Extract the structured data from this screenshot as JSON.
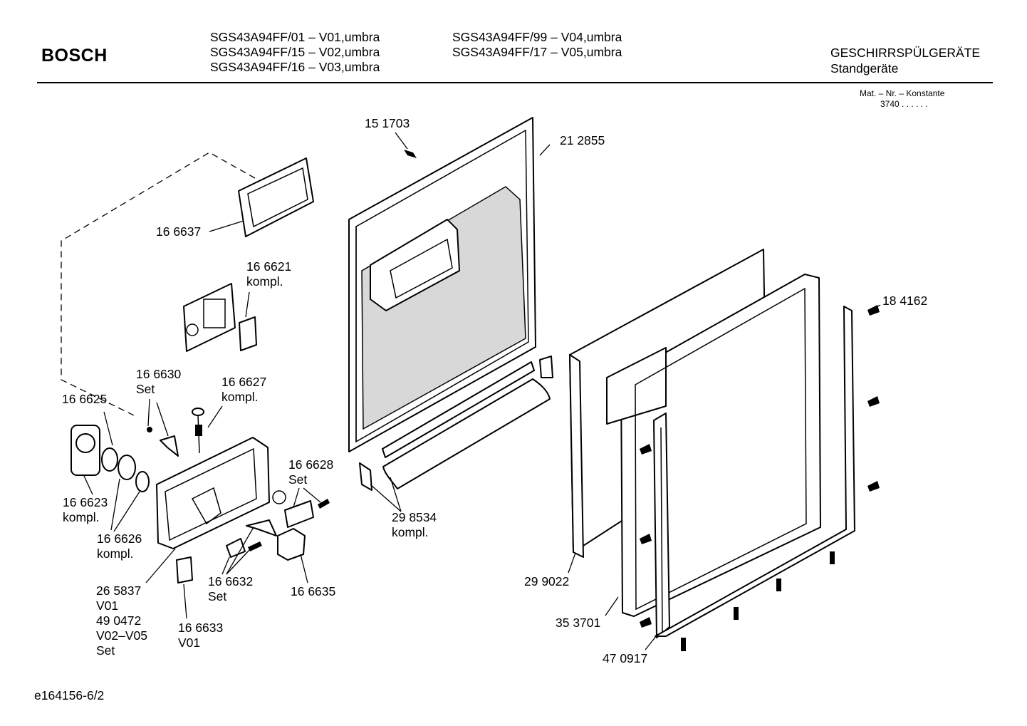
{
  "header": {
    "brand": "BOSCH",
    "models_col1": [
      "SGS43A94FF/01 – V01,umbra",
      "SGS43A94FF/15 – V02,umbra",
      "SGS43A94FF/16 – V03,umbra"
    ],
    "models_col2": [
      "SGS43A94FF/99 – V04,umbra",
      "SGS43A94FF/17 – V05,umbra"
    ],
    "category_line1": "GESCHIRRSPÜLGERÄTE",
    "category_line2": "Standgeräte",
    "mat_label": "Mat. – Nr. – Konstante",
    "mat_value": "3740  .  .   .  .  .  ."
  },
  "parts": [
    {
      "id": "p151703",
      "lines": [
        "15 1703"
      ]
    },
    {
      "id": "p212855",
      "lines": [
        "21 2855"
      ]
    },
    {
      "id": "p166637",
      "lines": [
        "16 6637"
      ]
    },
    {
      "id": "p166621",
      "lines": [
        "16 6621",
        "kompl."
      ]
    },
    {
      "id": "p184162",
      "lines": [
        "18 4162"
      ]
    },
    {
      "id": "p166630",
      "lines": [
        "16 6630",
        "Set"
      ]
    },
    {
      "id": "p166627",
      "lines": [
        "16 6627",
        "kompl."
      ]
    },
    {
      "id": "p166625",
      "lines": [
        "16 6625"
      ]
    },
    {
      "id": "p166628",
      "lines": [
        "16 6628",
        "Set"
      ]
    },
    {
      "id": "p298534",
      "lines": [
        "29 8534",
        "kompl."
      ]
    },
    {
      "id": "p166623",
      "lines": [
        "16 6623",
        "kompl."
      ]
    },
    {
      "id": "p166626",
      "lines": [
        "16 6626",
        "kompl."
      ]
    },
    {
      "id": "p265837",
      "lines": [
        "26 5837",
        "V01",
        "49 0472",
        "V02–V05",
        "Set"
      ]
    },
    {
      "id": "p166632",
      "lines": [
        "16 6632",
        "Set"
      ]
    },
    {
      "id": "p166635",
      "lines": [
        "16 6635"
      ]
    },
    {
      "id": "p299022",
      "lines": [
        "29 9022"
      ]
    },
    {
      "id": "p353701",
      "lines": [
        "35 3701"
      ]
    },
    {
      "id": "p166633",
      "lines": [
        "16 6633",
        "V01"
      ]
    },
    {
      "id": "p470917",
      "lines": [
        "47 0917"
      ]
    }
  ],
  "footer": {
    "drawing_code": "e164156-6/2"
  }
}
